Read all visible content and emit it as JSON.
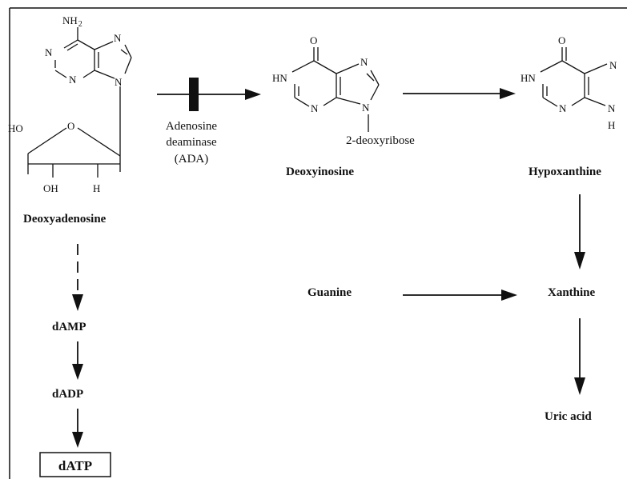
{
  "compounds": {
    "deoxyadenosine": "Deoxyadenosine",
    "deoxyinosine": "Deoxyinosine",
    "hypoxanthine": "Hypoxanthine",
    "damp": "dAMP",
    "dadp": "dADP",
    "datp": "dATP",
    "guanine": "Guanine",
    "xanthine": "Xanthine",
    "uric_acid": "Uric acid"
  },
  "enzyme": {
    "line1": "Adenosine",
    "line2": "deaminase",
    "line3": "(ADA)"
  },
  "substituent": "2-deoxyribose",
  "atoms": {
    "N": "N",
    "O": "O",
    "HN": "HN",
    "H": "H",
    "HO": "HO",
    "OH": "OH",
    "NH": "NH",
    "sub2": "2"
  }
}
